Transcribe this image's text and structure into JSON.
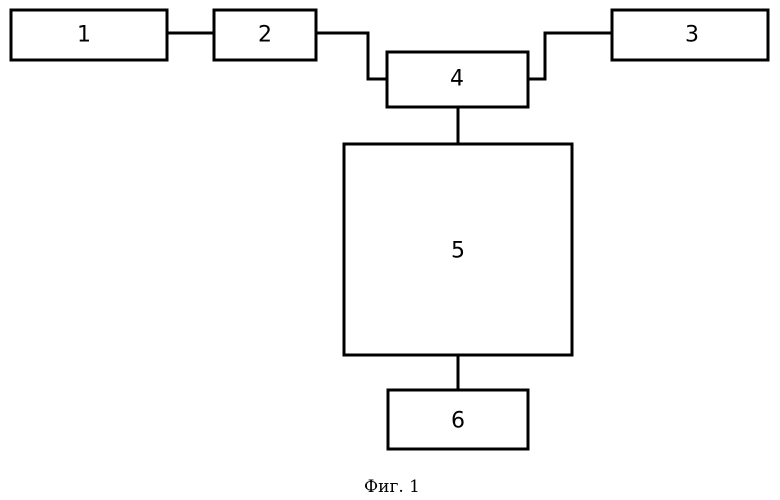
{
  "diagram": {
    "blocks": [
      {
        "id": "1",
        "label": "1"
      },
      {
        "id": "2",
        "label": "2"
      },
      {
        "id": "3",
        "label": "3"
      },
      {
        "id": "4",
        "label": "4"
      },
      {
        "id": "5",
        "label": "5"
      },
      {
        "id": "6",
        "label": "6"
      }
    ],
    "connections": [
      {
        "from": "1",
        "to": "2"
      },
      {
        "from": "2",
        "to": "4"
      },
      {
        "from": "3",
        "to": "4"
      },
      {
        "from": "4",
        "to": "5"
      },
      {
        "from": "5",
        "to": "6"
      }
    ],
    "caption": "Фиг. 1"
  }
}
